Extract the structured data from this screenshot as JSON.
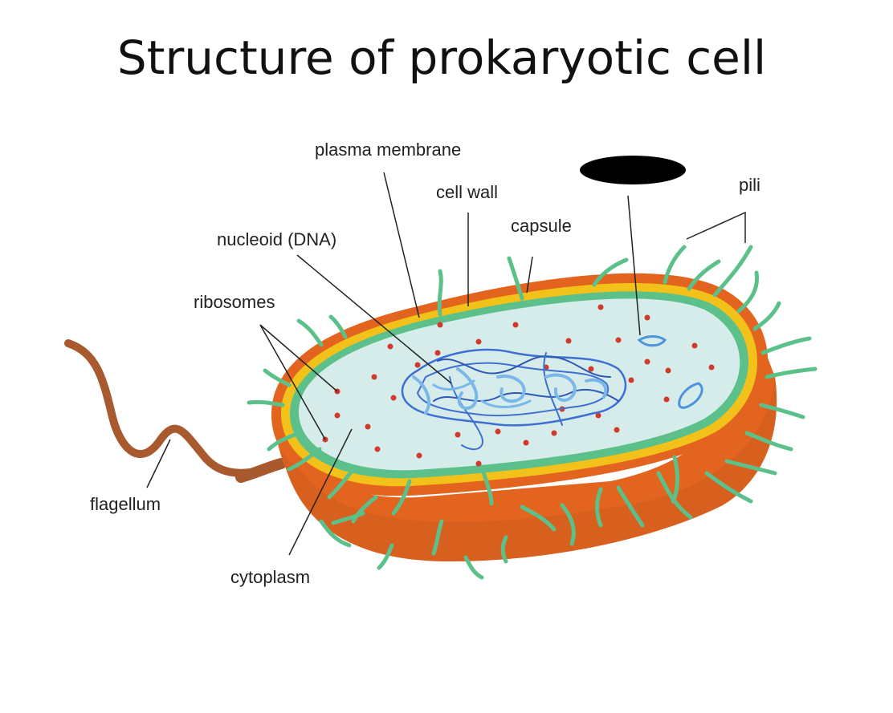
{
  "title": "Structure of prokaryotic cell",
  "labels": {
    "plasma_membrane": "plasma membrane",
    "cell_wall": "cell wall",
    "capsule": "capsule",
    "pili": "pili",
    "nucleoid": "nucleoid (DNA)",
    "ribosomes": "ribosomes",
    "flagellum": "flagellum",
    "cytoplasm": "cytoplasm"
  },
  "colors": {
    "capsule": "#e2641f",
    "capsule_dark": "#c9541a",
    "cell_wall": "#f3c21a",
    "plasma_membrane": "#5cc08a",
    "cytoplasm": "#d6ecea",
    "pili": "#5cc08a",
    "dna": "#3e6fd1",
    "dna_light": "#7cb7ea",
    "ribosome": "#cf3a2a",
    "flagellum": "#a85a2e",
    "redaction": "#000000"
  }
}
